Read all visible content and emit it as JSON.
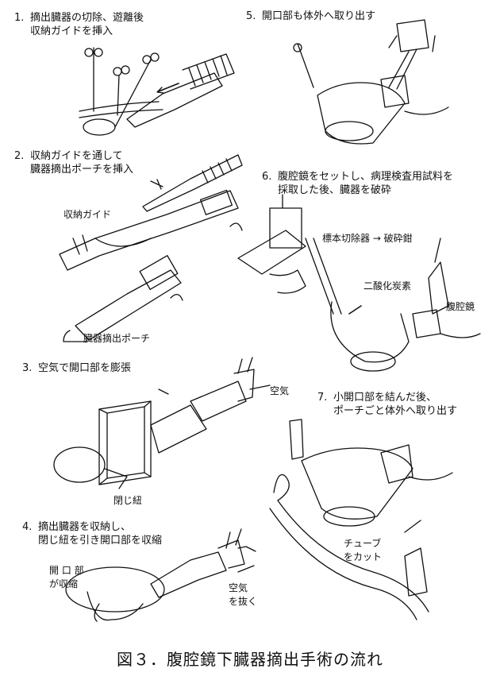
{
  "steps": [
    {
      "number": "1.",
      "text": "摘出臓器の切除、遊離後\n収納ガイドを挿入"
    },
    {
      "number": "2.",
      "text": "収納ガイドを通して\n臓器摘出ポーチを挿入"
    },
    {
      "number": "3.",
      "text": "空気で開口部を膨張"
    },
    {
      "number": "4.",
      "text": "摘出臓器を収納し、\n閉じ紐を引き開口部を収縮"
    },
    {
      "number": "5.",
      "text": "開口部も体外へ取り出す"
    },
    {
      "number": "6.",
      "text": "腹腔鏡をセットし、病理検査用試料を\n採取した後、臓器を破砕"
    },
    {
      "number": "7.",
      "text": "小開口部を結んだ後、\nポーチごと体外へ取り出す"
    }
  ],
  "labels": {
    "storage_guide": "収納ガイド",
    "organ_pouch": "臓器摘出ポーチ",
    "air": "空気",
    "closing_string": "閉じ紐",
    "opening_contracted": "開 口 部\nが収縮",
    "air_remove": "空気\nを抜く",
    "specimen_cutter": "標本切除器 → 破砕鉗",
    "co2": "二酸化炭素",
    "laparoscope": "腹腔鏡",
    "tube_cut": "チューブ\nをカット"
  },
  "caption": "図３．腹腔鏡下臓器摘出手術の流れ"
}
